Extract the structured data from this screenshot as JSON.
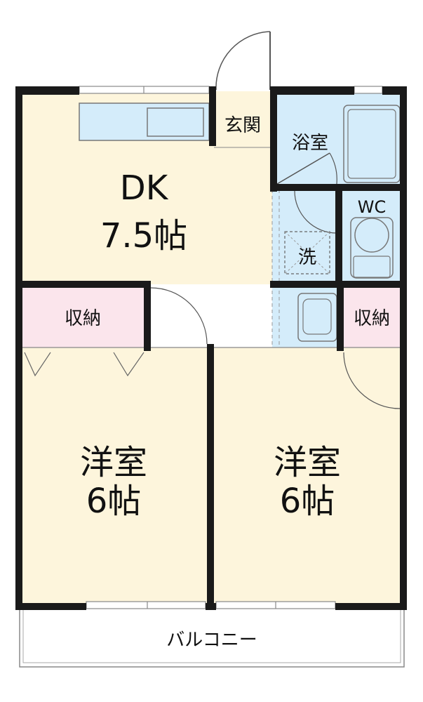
{
  "floor_plan": {
    "colors": {
      "wall": "#1a1a1a",
      "room_fill": "#fdf5dc",
      "wet_area_fill": "#d4ecfa",
      "storage_fill": "#fbe5ec",
      "balcony_fill": "#ffffff",
      "fixture_outline": "#666666"
    },
    "rooms": {
      "dk": {
        "name": "DK",
        "size": "7.5帖"
      },
      "entrance": {
        "name": "玄関"
      },
      "bathroom": {
        "name": "浴室"
      },
      "toilet": {
        "name": "WC"
      },
      "washer": {
        "name": "洗"
      },
      "storage_left": {
        "name": "収納"
      },
      "storage_right": {
        "name": "収納"
      },
      "western_left": {
        "name": "洋室",
        "size": "6帖"
      },
      "western_right": {
        "name": "洋室",
        "size": "6帖"
      },
      "balcony": {
        "name": "バルコニー"
      }
    },
    "fixtures": [
      "kitchen-counter",
      "bathtub",
      "toilet",
      "washbasin",
      "washer-pan"
    ]
  }
}
